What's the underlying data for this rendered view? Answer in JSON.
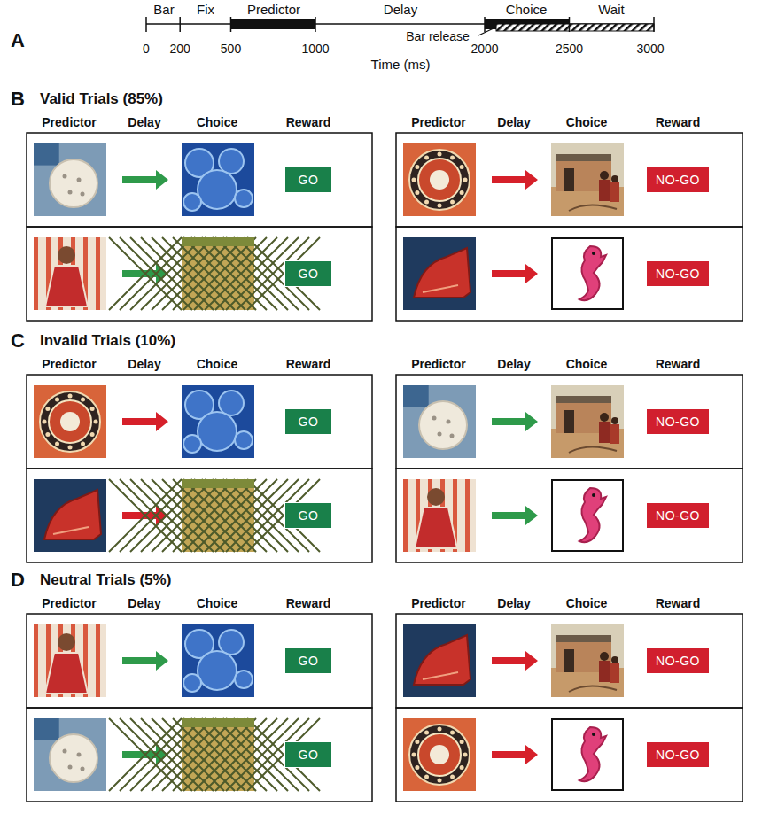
{
  "diagram": {
    "nodes": [
      {
        "text": [
          "GO"
        ]
      },
      {
        "text": [
          "NO-GO"
        ]
      },
      {
        "text": [
          "GO"
        ]
      },
      {
        "text": [
          "NO-GO"
        ]
      },
      {
        "text": [
          "GO"
        ]
      },
      {
        "text": [
          "NO-GO"
        ]
      },
      {
        "text": [
          "GO"
        ]
      },
      {
        "text": [
          "NO-GO"
        ]
      },
      {
        "text": [
          "GO"
        ]
      },
      {
        "text": [
          "NO-GO"
        ]
      },
      {
        "text": [
          "GO"
        ]
      },
      {
        "text": [
          "NO-GO"
        ]
      }
    ],
    "labels": [
      "A",
      "Bar",
      "Fix",
      "Predictor",
      "Delay",
      "Choice",
      "Wait",
      "Bar release",
      "0",
      "200",
      "500",
      "1000",
      "2000",
      "2500",
      "3000",
      "Time (ms)",
      "B",
      "Valid Trials (85%)",
      "Predictor",
      "Delay",
      "Choice",
      "Reward",
      "Predictor",
      "Delay",
      "Choice",
      "Reward",
      "C",
      "Invalid Trials (10%)",
      "Predictor",
      "Delay",
      "Choice",
      "Reward",
      "Predictor",
      "Delay",
      "Choice",
      "Reward",
      "D",
      "Neutral Trials (5%)",
      "Predictor",
      "Delay",
      "Choice",
      "Reward",
      "Predictor",
      "Delay",
      "Choice",
      "Reward"
    ]
  }
}
